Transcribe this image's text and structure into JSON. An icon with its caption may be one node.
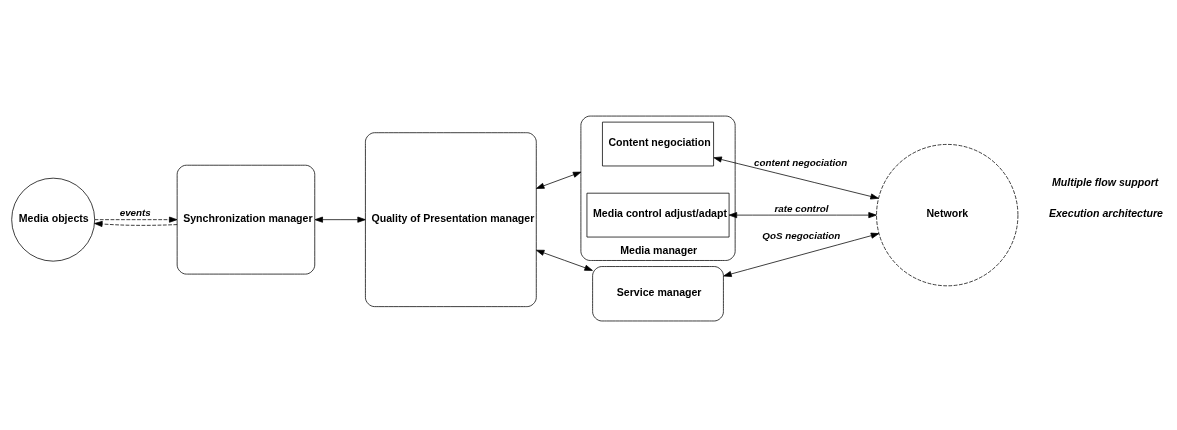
{
  "diagram": {
    "nodes": [
      {
        "text": [
          "Media objects"
        ]
      },
      {
        "text": [
          "Synchronization manager"
        ]
      },
      {
        "text": [
          "Quality of Presentation manager"
        ]
      },
      {
        "text": [
          "Media manager"
        ]
      },
      {
        "text": [
          "Content negociation"
        ],
        "in": 3
      },
      {
        "text": [
          "Media control adjust/adapt"
        ],
        "in": 3
      },
      {
        "text": [
          "Service manager"
        ]
      },
      {
        "text": [
          "Network"
        ]
      }
    ],
    "edges": [
      {
        "from": 0,
        "to": 1,
        "arrow": "to",
        "style": "dashed",
        "label": "events"
      },
      {
        "from": 1,
        "to": 0,
        "arrow": "to",
        "style": "dashed"
      },
      {
        "from": 1,
        "to": 2,
        "arrow": "both"
      },
      {
        "from": 2,
        "to": 3,
        "arrow": "both"
      },
      {
        "from": 2,
        "to": 6,
        "arrow": "both"
      },
      {
        "from": 4,
        "to": 7,
        "arrow": "both",
        "label": "content negociation"
      },
      {
        "from": 5,
        "to": 7,
        "arrow": "both",
        "label": "rate control"
      },
      {
        "from": 6,
        "to": 7,
        "arrow": "both",
        "label": "QoS negociation"
      }
    ],
    "labels": [
      "Execution architecture",
      "Multiple flow support"
    ]
  }
}
